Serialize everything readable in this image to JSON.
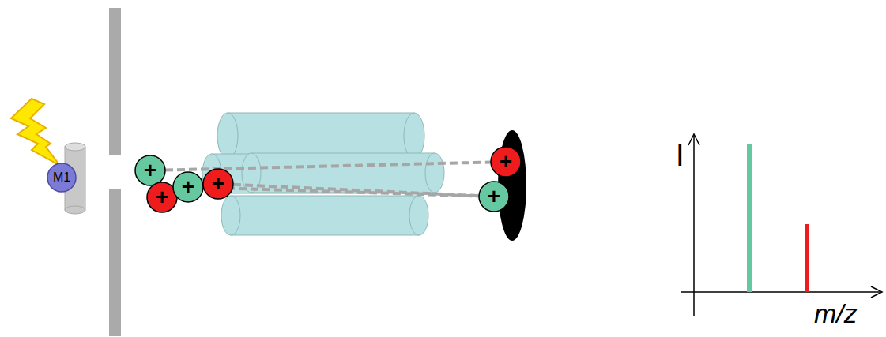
{
  "diagram": {
    "nodes": [
      {
        "text": [
          "M1"
        ]
      },
      {
        "text": [
          "+"
        ]
      },
      {
        "text": [
          "+"
        ]
      },
      {
        "text": [
          "+"
        ]
      },
      {
        "text": [
          "+"
        ]
      },
      {
        "text": [
          "+"
        ]
      },
      {
        "text": [
          "+"
        ]
      }
    ],
    "edges": [
      {
        "from": 1,
        "to": 5,
        "arrow": "none"
      },
      {
        "from": 3,
        "to": 6,
        "arrow": "none"
      },
      {
        "from": 4,
        "to": 6,
        "arrow": "none"
      }
    ],
    "labels": [
      "I",
      "m/z"
    ]
  }
}
